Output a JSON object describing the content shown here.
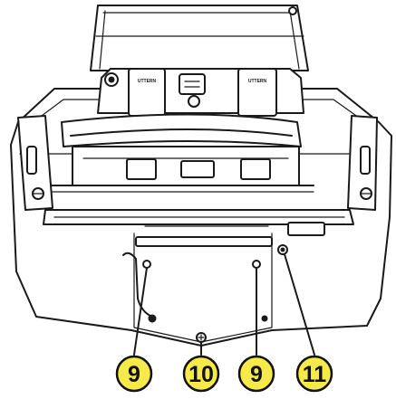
{
  "figure": {
    "device_brand_text": "UTTERN",
    "callouts": [
      {
        "number": "9",
        "color": "#f5ea4a"
      },
      {
        "number": "10",
        "color": "#f5ea4a"
      },
      {
        "number": "9",
        "color": "#f5ea4a"
      },
      {
        "number": "11",
        "color": "#f5ea4a"
      }
    ]
  }
}
